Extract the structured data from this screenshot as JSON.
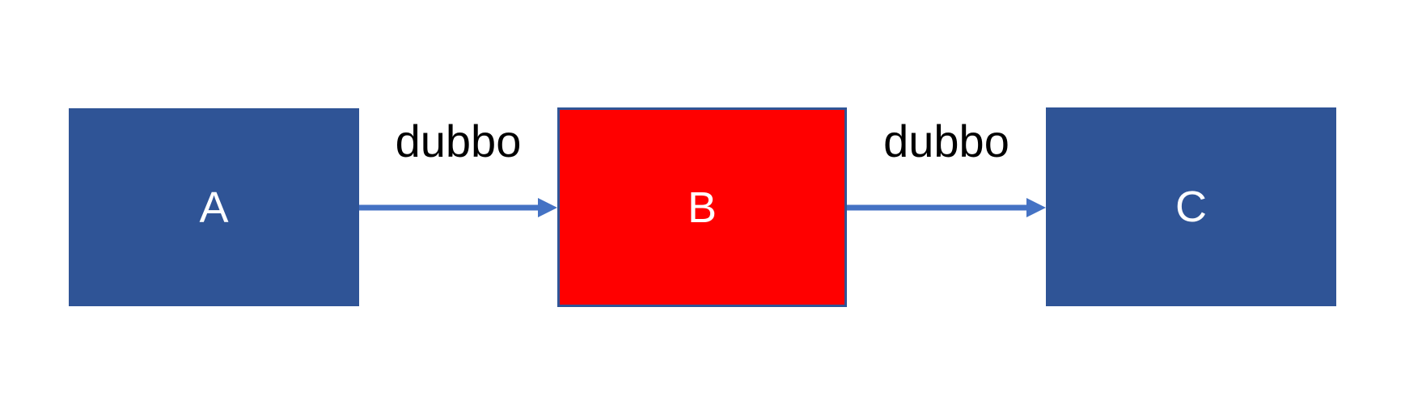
{
  "diagram": {
    "background_color": "#ffffff",
    "label_text_color": "#000000",
    "nodes": [
      {
        "id": "A",
        "label": "A",
        "fill": "#2F5496",
        "text_color": "#ffffff"
      },
      {
        "id": "B",
        "label": "B",
        "fill": "#FF0000",
        "border_color": "#2F5496",
        "text_color": "#ffffff"
      },
      {
        "id": "C",
        "label": "C",
        "fill": "#2F5496",
        "text_color": "#ffffff"
      }
    ],
    "edges": [
      {
        "from": "A",
        "to": "B",
        "label": "dubbo",
        "color": "#4472C4",
        "direction": "right"
      },
      {
        "from": "B",
        "to": "C",
        "label": "dubbo",
        "color": "#4472C4",
        "direction": "right"
      }
    ]
  }
}
